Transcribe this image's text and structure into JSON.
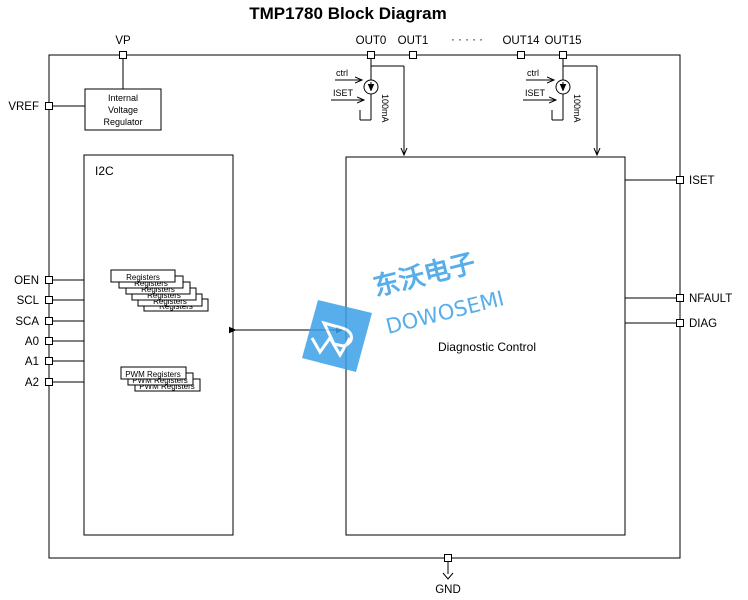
{
  "title": "TMP1780 Block Diagram",
  "pins": {
    "vp": "VP",
    "out0": "OUT0",
    "out1": "OUT1",
    "ellipsis": "· · · · ·",
    "out14": "OUT14",
    "out15": "OUT15",
    "vref": "VREF",
    "oen": "OEN",
    "scl": "SCL",
    "sca": "SCA",
    "a0": "A0",
    "a1": "A1",
    "a2": "A2",
    "iset": "ISET",
    "nfault": "NFAULT",
    "diag": "DIAG",
    "gnd": "GND"
  },
  "regulator": {
    "line1": "Internal",
    "line2": "Voltage",
    "line3": "Regulator"
  },
  "i2c": {
    "title": "I2C",
    "registers": [
      "Registers",
      "Registers",
      "Registers",
      "Registers",
      "Registers",
      "Registers"
    ],
    "pwm_registers": [
      "PWM Registers",
      "PWM Registers",
      "PWM Registers"
    ]
  },
  "diagnostic": {
    "label": "Diagnostic Control"
  },
  "current_source": {
    "ctrl": "ctrl",
    "iset": "ISET",
    "current": "100mA"
  },
  "watermark": {
    "chinese": "东沃电子",
    "english": "DOWOSEMI"
  },
  "colors": {
    "watermark": "#3aa0e8"
  }
}
